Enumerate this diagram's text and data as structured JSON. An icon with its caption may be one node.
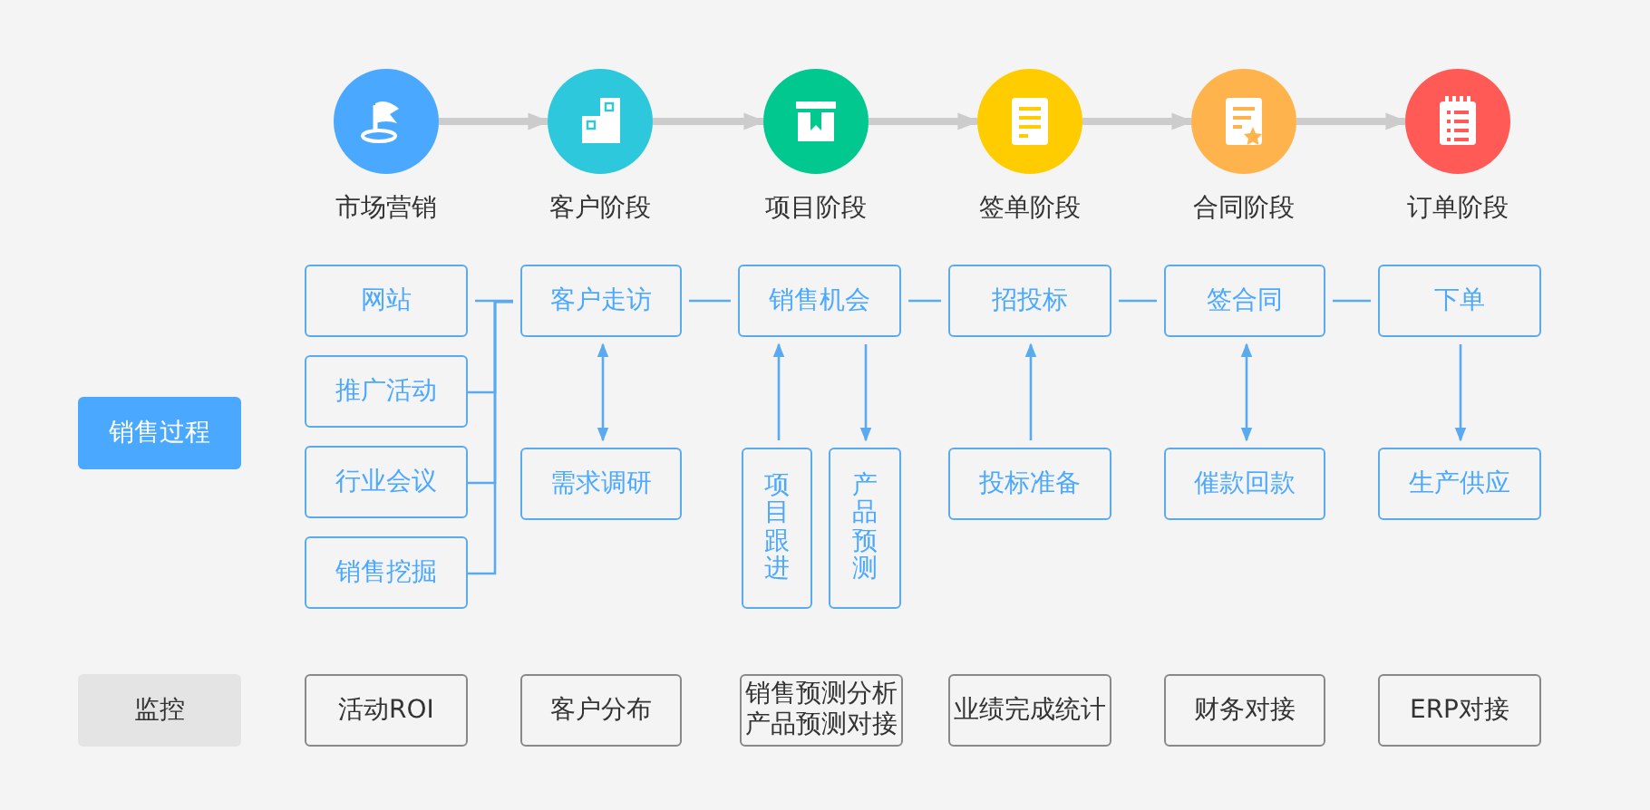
{
  "diagram": {
    "nodes": [
      {
        "text": [
          "市场营销"
        ]
      },
      {
        "text": [
          "客户阶段"
        ]
      },
      {
        "text": [
          "项目阶段"
        ]
      },
      {
        "text": [
          "签单阶段"
        ]
      },
      {
        "text": [
          "合同阶段"
        ]
      },
      {
        "text": [
          "订单阶段"
        ]
      },
      {
        "text": [
          "销售过程"
        ]
      },
      {
        "text": [
          "网站"
        ]
      },
      {
        "text": [
          "推广活动"
        ]
      },
      {
        "text": [
          "行业会议"
        ]
      },
      {
        "text": [
          "销售挖掘"
        ]
      },
      {
        "text": [
          "客户走访"
        ]
      },
      {
        "text": [
          "需求调研"
        ]
      },
      {
        "text": [
          "销售机会"
        ]
      },
      {
        "text": [
          "项目跟进"
        ]
      },
      {
        "text": [
          "产品预测"
        ]
      },
      {
        "text": [
          "招投标"
        ]
      },
      {
        "text": [
          "投标准备"
        ]
      },
      {
        "text": [
          "签合同"
        ]
      },
      {
        "text": [
          "催款回款"
        ]
      },
      {
        "text": [
          "下单"
        ]
      },
      {
        "text": [
          "生产供应"
        ]
      },
      {
        "text": [
          "监控"
        ]
      },
      {
        "text": [
          "活动ROI"
        ]
      },
      {
        "text": [
          "客户分布"
        ]
      },
      {
        "text": [
          "销售预测分析",
          "产品预测对接"
        ]
      },
      {
        "text": [
          "业绩完成统计"
        ]
      },
      {
        "text": [
          "财务对接"
        ]
      },
      {
        "text": [
          "ERP对接"
        ]
      }
    ],
    "edges": [
      {
        "from": 0,
        "to": 1,
        "arrow": "to",
        "style": "thick",
        "color": "#cccccc"
      },
      {
        "from": 1,
        "to": 2,
        "arrow": "to",
        "style": "thick",
        "color": "#cccccc"
      },
      {
        "from": 2,
        "to": 3,
        "arrow": "to",
        "style": "thick",
        "color": "#cccccc"
      },
      {
        "from": 3,
        "to": 4,
        "arrow": "to",
        "style": "thick",
        "color": "#cccccc"
      },
      {
        "from": 4,
        "to": 5,
        "arrow": "to",
        "style": "thick",
        "color": "#cccccc"
      },
      {
        "from": 7,
        "to": 11,
        "arrow": "none"
      },
      {
        "from": 8,
        "to": 11,
        "arrow": "none"
      },
      {
        "from": 9,
        "to": 11,
        "arrow": "none"
      },
      {
        "from": 10,
        "to": 11,
        "arrow": "none"
      },
      {
        "from": 11,
        "to": 13,
        "arrow": "none"
      },
      {
        "from": 13,
        "to": 16,
        "arrow": "none"
      },
      {
        "from": 16,
        "to": 18,
        "arrow": "none"
      },
      {
        "from": 18,
        "to": 20,
        "arrow": "none"
      },
      {
        "from": 11,
        "to": 12,
        "arrow": "both"
      },
      {
        "from": 14,
        "to": 13,
        "arrow": "to"
      },
      {
        "from": 13,
        "to": 15,
        "arrow": "to"
      },
      {
        "from": 17,
        "to": 16,
        "arrow": "to"
      },
      {
        "from": 18,
        "to": 19,
        "arrow": "both"
      },
      {
        "from": 20,
        "to": 21,
        "arrow": "to"
      }
    ]
  }
}
